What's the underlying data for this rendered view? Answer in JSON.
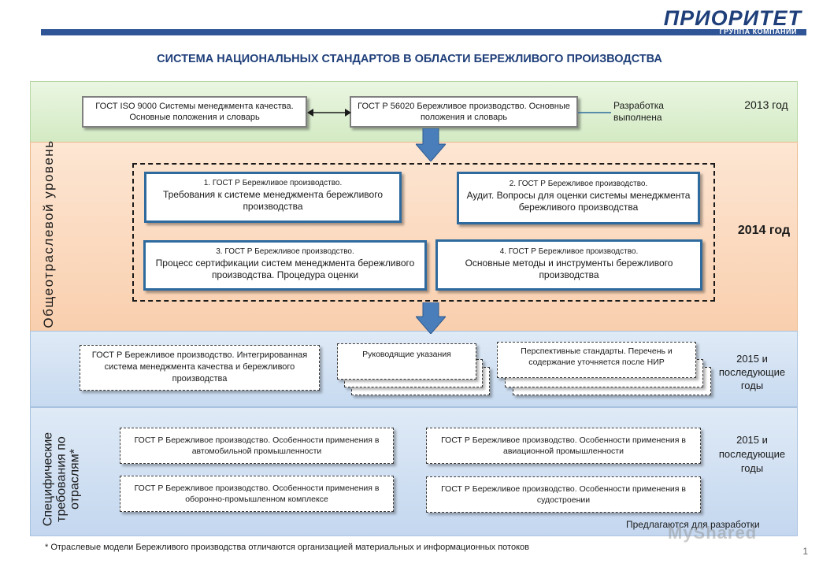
{
  "logo": {
    "main": "ПРИОРИТЕТ",
    "sub": "ГРУППА КОМПАНИЙ"
  },
  "title": "СИСТЕМА НАЦИОНАЛЬНЫХ СТАНДАРТОВ В ОБЛАСТИ БЕРЕЖЛИВОГО ПРОИЗВОДСТВА",
  "vertical_labels": {
    "general": "Общеотраслевой уровень",
    "specific": "Специфические требования по отраслям*"
  },
  "row2013": {
    "box_iso": "ГОСТ ISO 9000 Системы менеджмента качества. Основные положения и словарь",
    "box_56020": "ГОСТ Р 56020 Бережливое производство. Основные положения и словарь",
    "status": "Разработка выполнена",
    "year": "2013 год"
  },
  "row2014": {
    "year": "2014 год",
    "box1": {
      "num": "1. ГОСТ Р Бережливое производство.",
      "text": "Требования к системе менеджмента бережливого производства"
    },
    "box2": {
      "num": "2. ГОСТ Р Бережливое производство.",
      "text": "Аудит. Вопросы для оценки системы менеджмента бережливого производства"
    },
    "box3": {
      "num": "3. ГОСТ Р Бережливое производство.",
      "text": "Процесс сертификации систем менеджмента бережливого производства. Процедура оценки"
    },
    "box4": {
      "num": "4. ГОСТ Р Бережливое производство.",
      "text": "Основные методы и инструменты бережливого производства"
    }
  },
  "row2015a": {
    "year": "2015 и последующие годы",
    "box_integrated": "ГОСТ Р Бережливое производство. Интегрированная система менеджмента качества и бережливого производства",
    "box_guides": "Руководящие указания",
    "box_prospective": "Перспективные стандарты. Перечень и содержание уточняется после НИР"
  },
  "row2015b": {
    "year": "2015 и последующие годы",
    "box_auto": "ГОСТ Р Бережливое производство. Особенности применения в автомобильной промышленности",
    "box_avia": "ГОСТ Р Бережливое производство. Особенности применения в авиационной промышленности",
    "box_defense": "ГОСТ Р Бережливое производство. Особенности применения в оборонно-промышленном комплексе",
    "box_ship": "ГОСТ Р Бережливое производство. Особенности применения в судостроении",
    "proposed": "Предлагаются для разработки"
  },
  "footnote": "* Отраслевые модели Бережливого производства отличаются организацией материальных и информационных потоков",
  "page_number": "1",
  "watermark": "MyShared",
  "colors": {
    "brand": "#1f3f7a",
    "bar": "#2f5597",
    "box_border_blue": "#2e6a9e",
    "arrow": "#4a7ebb"
  }
}
